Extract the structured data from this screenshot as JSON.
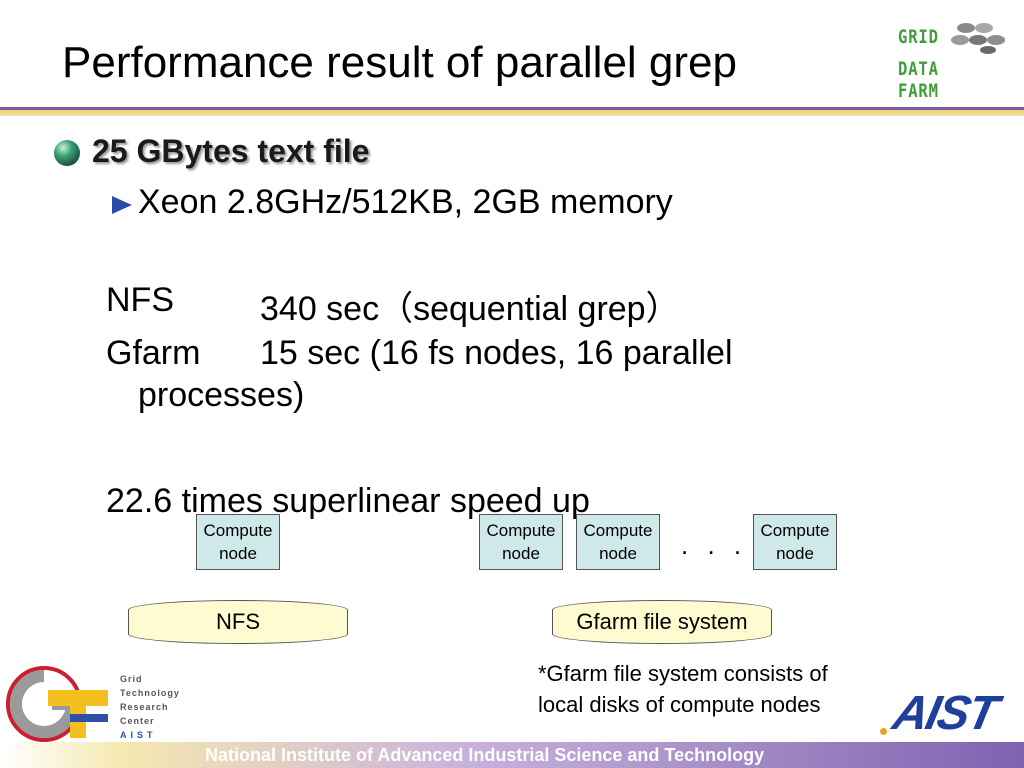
{
  "slide": {
    "title": "Performance result of parallel grep",
    "bullet1": "25 GBytes text file",
    "sub1": "Xeon 2.8GHz/512KB, 2GB memory",
    "nfs_label": "NFS",
    "nfs_value": "340 sec（sequential grep）",
    "gfarm_label": "Gfarm",
    "gfarm_value": "15 sec (16 fs nodes, 16 parallel",
    "gfarm_value_cont": "processes)",
    "speedup": "22.6 times superlinear speed up"
  },
  "diagram": {
    "compute_node_line1": "Compute",
    "compute_node_line2": "node",
    "ellipsis": ". . .",
    "nfs_storage": "NFS",
    "gfarm_storage": "Gfarm file system",
    "note_line1": "*Gfarm file system consists of",
    "note_line2": "local disks of compute nodes"
  },
  "logos": {
    "gdf_line1": "GRID",
    "gdf_line2": "DATA FARM",
    "gtrc_lines": [
      "Grid",
      "Technology",
      "Research",
      "Center",
      "AIST"
    ],
    "aist": "AIST"
  },
  "footer": {
    "text": "National Institute of Advanced Industrial Science and Technology"
  },
  "colors": {
    "rule_purple": "#7a5aa8",
    "node_fill": "#cfe9ea",
    "storage_fill": "#fdfbcf",
    "gdf_green": "#3f9e3a",
    "aist_blue": "#1f3f9a"
  }
}
